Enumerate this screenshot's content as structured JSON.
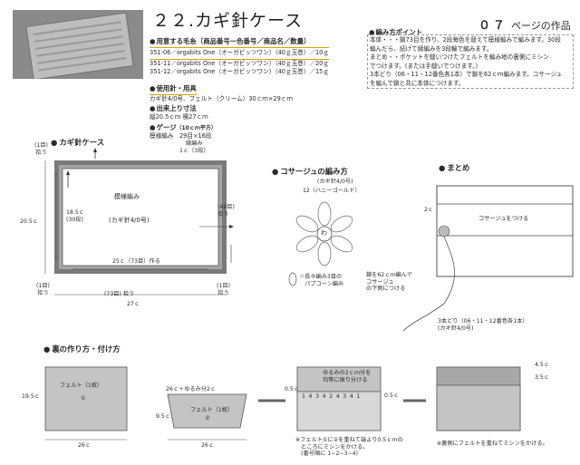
{
  "header": {
    "title": "２２.カギ針ケース",
    "page_number": "０７",
    "page_suffix": "ページの作品"
  },
  "materials": {
    "heading": "用意する毛糸（商品番号ー色番号／商品名／数量）",
    "lines": [
      "351-06／orgabits One（オーガビッツワン）（40ｇ玉巻）／10ｇ",
      "351-11／orgabits One（オーガビッツワン）（40ｇ玉巻）／20ｇ",
      "351-12／orgabits One（オーガビッツワン）（40ｇ玉巻）／15ｇ"
    ]
  },
  "tools": {
    "heading": "使用針・用具",
    "text": "カギ針4/0号、フェルト（クリーム）30ｃｍ×29ｃｍ"
  },
  "size": {
    "heading": "出来上り寸法",
    "text": "縦20.5ｃｍ 横27ｃｍ"
  },
  "gauge": {
    "heading": "ゲージ",
    "heading_suffix": "（10ｃｍ平方）",
    "text": "模様編み　29目×16段"
  },
  "points": {
    "heading": "編み方ポイント",
    "lines": [
      "本体・・・鎖73目を作り、2段毎色を替えて模様編みで編みます。30段",
      "編んだら、続けて縁編みを3段輪で編みます。",
      "まとめ・・ポケットを縫いつけたフェルトを編み地の裏側にミシン",
      "でつけます。(または手縫いでつけます。)",
      "3本どり（06・11・12番色各1本）で鎖を62ｃｍ編みます。コサージュ",
      "を編んで鎖と共に本体につけます。"
    ]
  },
  "case_diagram": {
    "heading": "カギ針ケース",
    "labels": {
      "top_left_pick": "(1目)\n拾う",
      "edge": "縁編み\n1ｃ（3段）",
      "center": "模様編み",
      "center_hook": "(カギ針4/0号)",
      "height_inner": "18.5ｃ\n(30段)",
      "right_pick": "(49目)\n拾う",
      "height_outer": "20.5ｃ",
      "chain": "25ｃ（73目）作る",
      "bottom_left_pick": "(1目)\n拾う",
      "bottom_pick": "(73目) 拾う",
      "bottom_right_pick": "(1目)\n拾う",
      "width_outer": "27ｃ"
    }
  },
  "corsage_diagram": {
    "heading": "コサージュの編み方",
    "hook": "(カギ針4/0号)",
    "color": "12（ハニーゴールド）",
    "center_mark": "わ",
    "legend": "＝長々編み3目の\n　パプコーン編み"
  },
  "assembly_diagram": {
    "heading": "まとめ",
    "labels": {
      "dim": "2ｃ",
      "corsage": "コサージュをつける",
      "chain_note": "鎖を62ｃｍ編んで\nコサージュ\nの下側につける",
      "yarn_note": "3本どり（06・11・12番色各1本）\n(カギ針4/0号)"
    }
  },
  "back_section": {
    "heading": "裏の作り方・付け方",
    "felt_big": {
      "label": "フェルト（1枚）",
      "num": "①",
      "height": "19.5ｃ",
      "width": "26ｃ"
    },
    "felt_small": {
      "label": "フェルト（1枚）",
      "num": "②",
      "top": "26ｃ＋ゆるみ分2ｃ",
      "height": "9.5ｃ",
      "width": "26ｃ"
    },
    "step3": {
      "top": "0.5ｃ",
      "note": "ゆるみの2ｃｍ分を\n均等に振り分ける",
      "side": "0.5ｃ",
      "numbers": [
        "1",
        "4",
        "3",
        "4",
        "2",
        "4",
        "3",
        "4",
        "1"
      ],
      "caption": "※フェルト①に②を重ねて端より0.5ｃｍの\n　ところにミシンをかける。\n　(番号順に 1−2−3−4)"
    },
    "step4": {
      "dim1": "4.5ｃ",
      "dim2": "3.5ｃ",
      "caption": "※裏側にフェルトを重ねてミシンをかける。"
    }
  }
}
